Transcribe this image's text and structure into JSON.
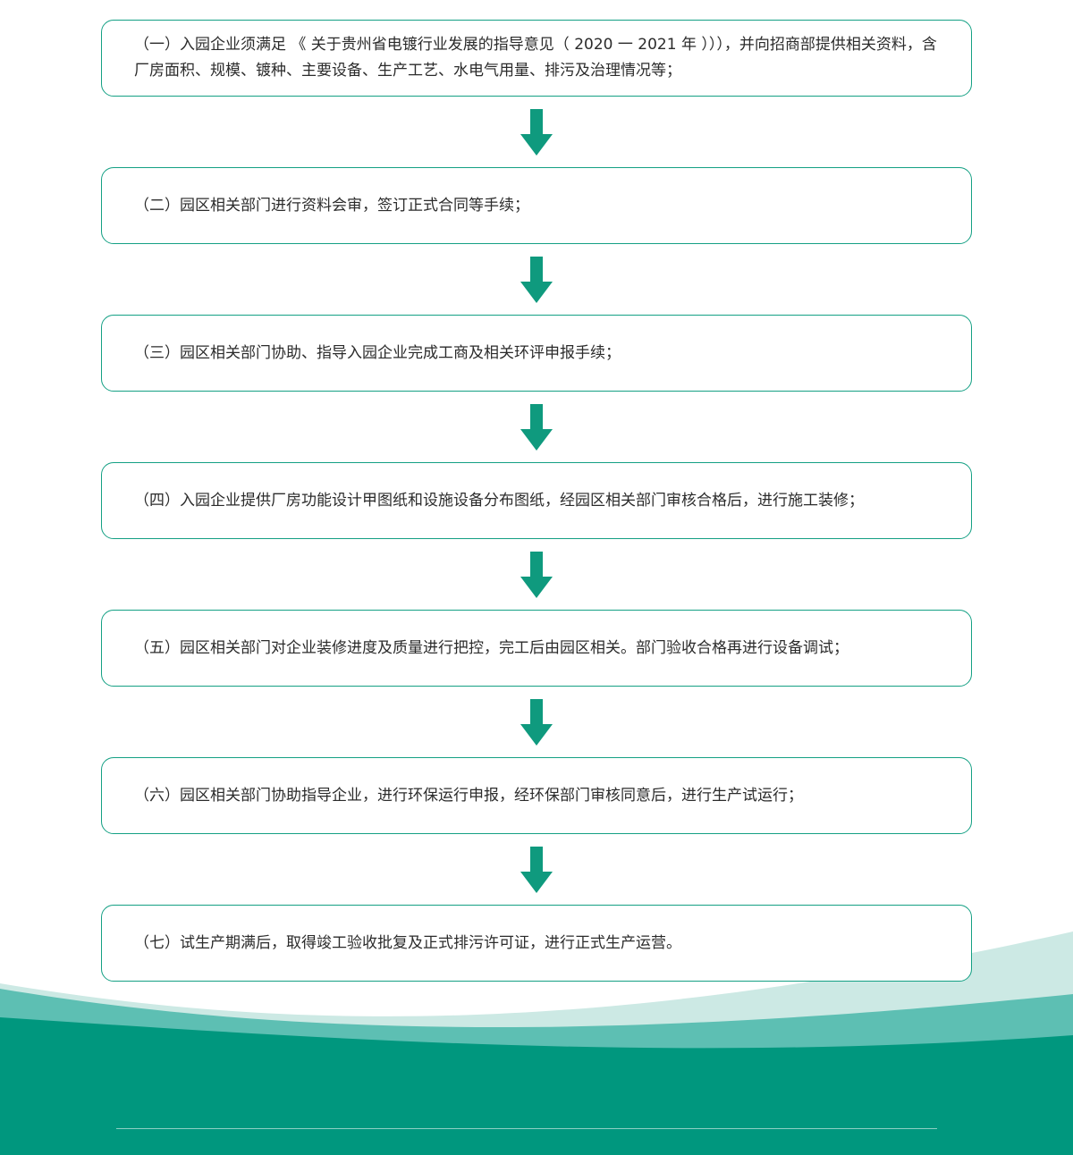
{
  "colors": {
    "accent": "#14a084",
    "arrow": "#0f9a7e",
    "wave_dark": "#00977e",
    "wave_mid": "#5dbfb3",
    "wave_light": "#cce9e4",
    "text": "#2b2b2b"
  },
  "steps": [
    {
      "text": "（一）入园企业须满足 《 关于贵州省电镀行业发展的指导意见（  2020 一 2021 年 ））），并向招商部提供相关资料，含厂房面积、规模、镀种、主要设备、生产工艺、水电气用量、排污及治理情况等；"
    },
    {
      "text": "（二）园区相关部门进行资料会审，签订正式合同等手续；"
    },
    {
      "text": "（三）园区相关部门协助、指导入园企业完成工商及相关环评申报手续；"
    },
    {
      "text": "（四）入园企业提供厂房功能设计甲图纸和设施设备分布图纸，经园区相关部门审核合格后，进行施工装修；"
    },
    {
      "text": "（五）园区相关部门对企业装修进度及质量进行把控，完工后由园区相关。部门验收合格再进行设备调试；"
    },
    {
      "text": "（六）园区相关部门协助指导企业，进行环保运行申报，经环保部门审核同意后，进行生产试运行；"
    },
    {
      "text": "（七）试生产期满后，取得竣工验收批复及正式排污许可证，进行正式生产运营。"
    }
  ],
  "arrow_icon": "down-arrow-icon"
}
